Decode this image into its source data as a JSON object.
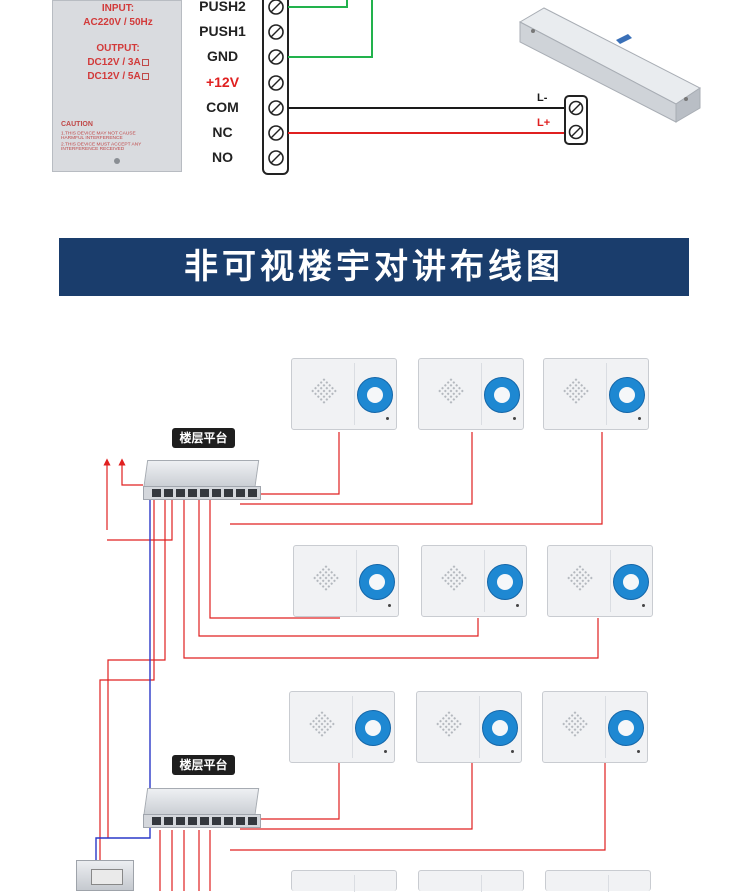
{
  "power_supply": {
    "input_title": "INPUT:",
    "input_value": "AC220V / 50Hz",
    "output_title": "OUTPUT:",
    "output_3a": "DC12V / 3A",
    "output_5a": "DC12V / 5A",
    "caution_title": "CAUTION",
    "caution_1": "1.THIS DEVICE MAY NOT CAUSE HARMFUL INTERFERENCE",
    "caution_2": "2.THIS DEVICE MUST ACCEPT ANY INTERFERENCE RECEIVED"
  },
  "terminals": [
    "PUSH2",
    "PUSH1",
    "GND",
    "+12V",
    "COM",
    "NC",
    "NO"
  ],
  "lock_terminals": {
    "minus": "L-",
    "plus": "L+"
  },
  "banner_title": "非可视楼宇对讲布线图",
  "floor_platform_label": "楼层平台",
  "colors": {
    "banner": "#1a3d6c",
    "wire_red": "#e02020",
    "wire_blue": "#2a38c8",
    "wire_green": "#22b24c",
    "wire_black": "#1a1a1a",
    "intercom_button": "#1e88d2",
    "label_red": "#e02020"
  },
  "icons": [
    "screw-terminal-icon",
    "electromagnetic-lock-icon",
    "network-switch-icon",
    "intercom-unit-icon",
    "speaker-grille-icon",
    "call-button-icon"
  ]
}
